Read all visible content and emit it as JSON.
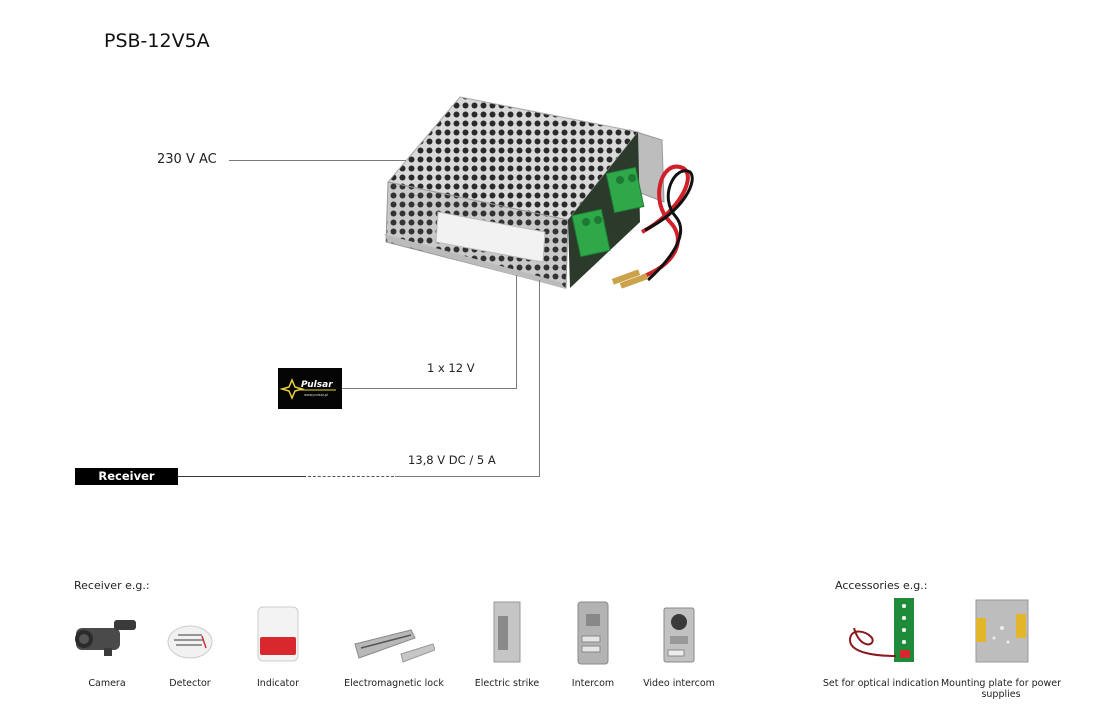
{
  "title": "PSB-12V5A",
  "diagram": {
    "input_label": "230 V AC",
    "battery_label": "1 x 12 V",
    "output_label": "13,8 V DC / 5 A",
    "receiver_box_label": "Receiver",
    "battery_brand": "Pulsar",
    "battery_url": "www.pulsar.pl"
  },
  "receivers": {
    "heading": "Receiver e.g.:",
    "items": [
      {
        "label": "Camera",
        "icon": "camera-icon"
      },
      {
        "label": "Detector",
        "icon": "detector-icon"
      },
      {
        "label": "Indicator",
        "icon": "indicator-icon"
      },
      {
        "label": "Electromagnetic lock",
        "icon": "electromagnetic-lock-icon"
      },
      {
        "label": "Electric strike",
        "icon": "electric-strike-icon"
      },
      {
        "label": "Intercom",
        "icon": "intercom-icon"
      },
      {
        "label": "Video intercom",
        "icon": "video-intercom-icon"
      }
    ]
  },
  "accessories": {
    "heading": "Accessories e.g.:",
    "items": [
      {
        "label": "Set for optical indication",
        "icon": "optical-indication-set-icon"
      },
      {
        "label": "Mounting plate for power supplies",
        "icon": "mounting-plate-icon"
      }
    ]
  },
  "colors": {
    "line": "#7a7a7a",
    "receiver_bg": "#000000",
    "terminal_green": "#2fa84a",
    "wire_red": "#d0202a",
    "indicator_red": "#d8282e",
    "pcb_green": "#1f8a3a",
    "mount_yellow": "#e3b52a"
  }
}
